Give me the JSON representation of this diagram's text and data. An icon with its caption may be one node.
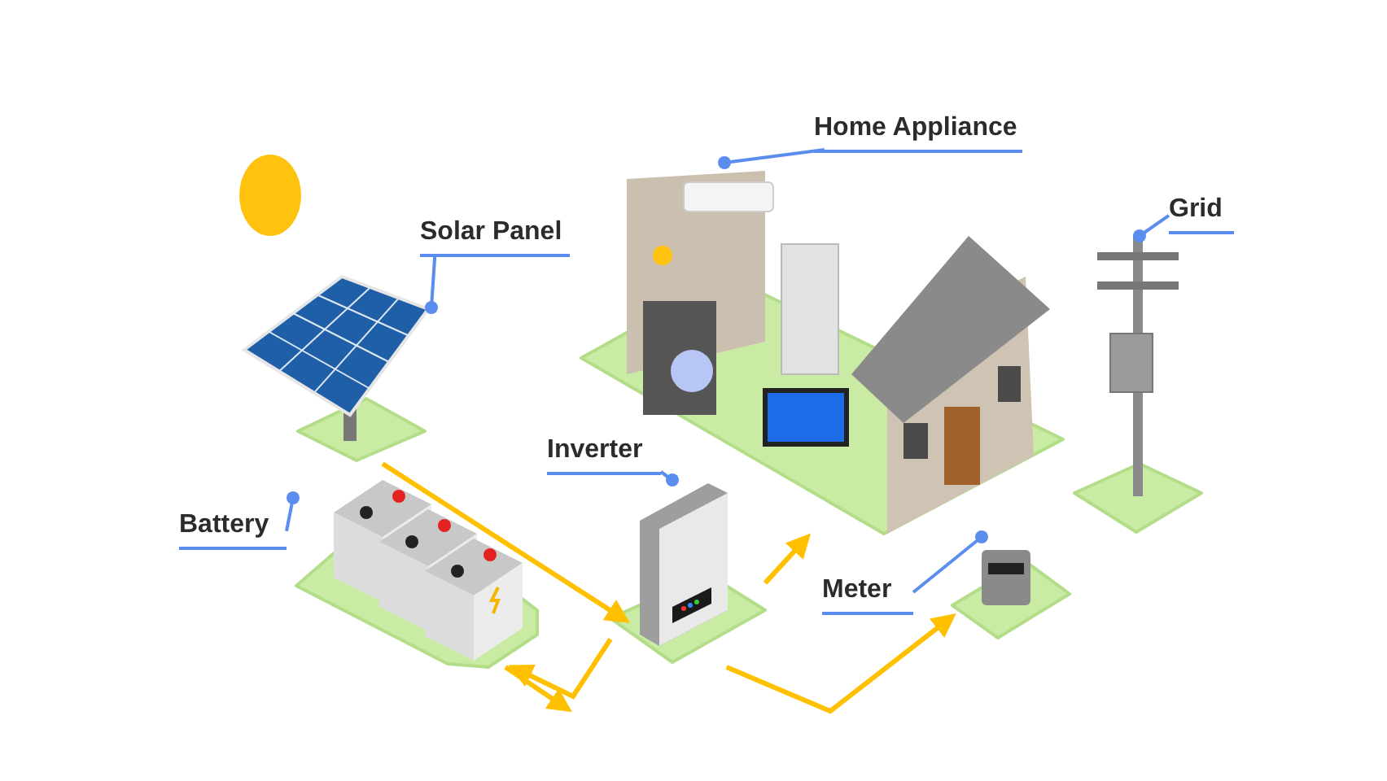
{
  "diagram": {
    "nodes": [
      {
        "text": [],
        "shape": "circle"
      },
      {
        "text": [],
        "shape": "picture"
      },
      {
        "text": [],
        "shape": "picture"
      },
      {
        "text": [],
        "shape": "picture"
      },
      {
        "text": [],
        "shape": "picture"
      },
      {
        "text": [],
        "shape": "picture"
      },
      {
        "text": [],
        "shape": "picture"
      },
      {
        "text": [
          "Solar Panel"
        ]
      },
      {
        "text": [
          "Home Appliance"
        ]
      },
      {
        "text": [
          "Grid"
        ]
      },
      {
        "text": [
          "Battery"
        ]
      },
      {
        "text": [
          "Inverter"
        ]
      },
      {
        "text": [
          "Meter"
        ]
      }
    ],
    "edges": [
      {
        "from": 1,
        "to": 3,
        "arrow": "to",
        "color": "#ffc000"
      },
      {
        "from": 3,
        "to": 2,
        "arrow": "to",
        "color": "#ffc000"
      },
      {
        "from": 2,
        "to": null,
        "arrow": "to",
        "color": "#ffc000"
      },
      {
        "from": 3,
        "to": 4,
        "arrow": "to",
        "color": "#ffc000"
      },
      {
        "from": 3,
        "to": 5,
        "arrow": "to",
        "color": "#ffc000"
      },
      {
        "from": 7,
        "to": 1,
        "arrow": "other"
      },
      {
        "from": 8,
        "to": 4,
        "arrow": "other"
      },
      {
        "from": 9,
        "to": 6,
        "arrow": "other"
      },
      {
        "from": 10,
        "to": 2,
        "arrow": "other"
      },
      {
        "from": 11,
        "to": 3,
        "arrow": "other"
      },
      {
        "from": 12,
        "to": 5,
        "arrow": "other"
      }
    ]
  }
}
